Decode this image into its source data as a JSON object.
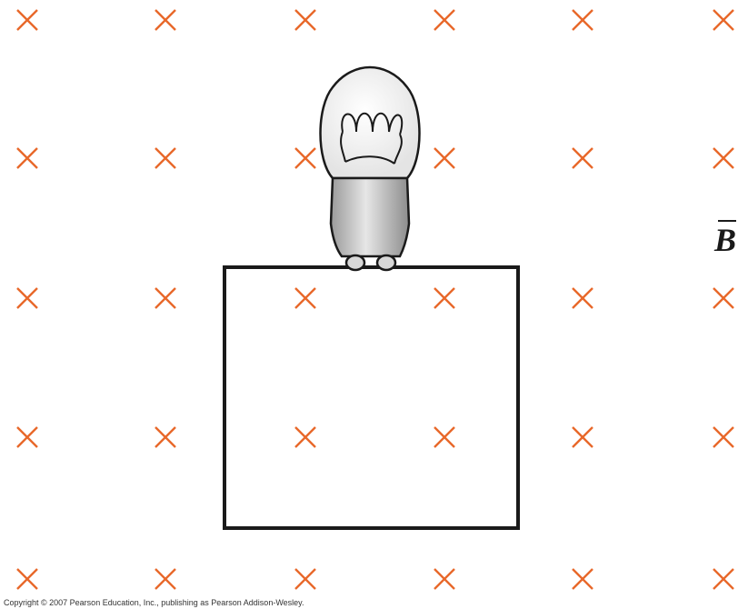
{
  "field": {
    "label": "B",
    "direction": "into-page",
    "marker_symbol": "×",
    "marker_color": "#e8682a",
    "rows": 5,
    "columns": 6
  },
  "circuit": {
    "loop_shape": "rectangle",
    "component": "light-bulb",
    "wire_color": "#1a1a1a"
  },
  "copyright": "Copyright © 2007 Pearson Education, Inc., publishing as Pearson Addison-Wesley."
}
